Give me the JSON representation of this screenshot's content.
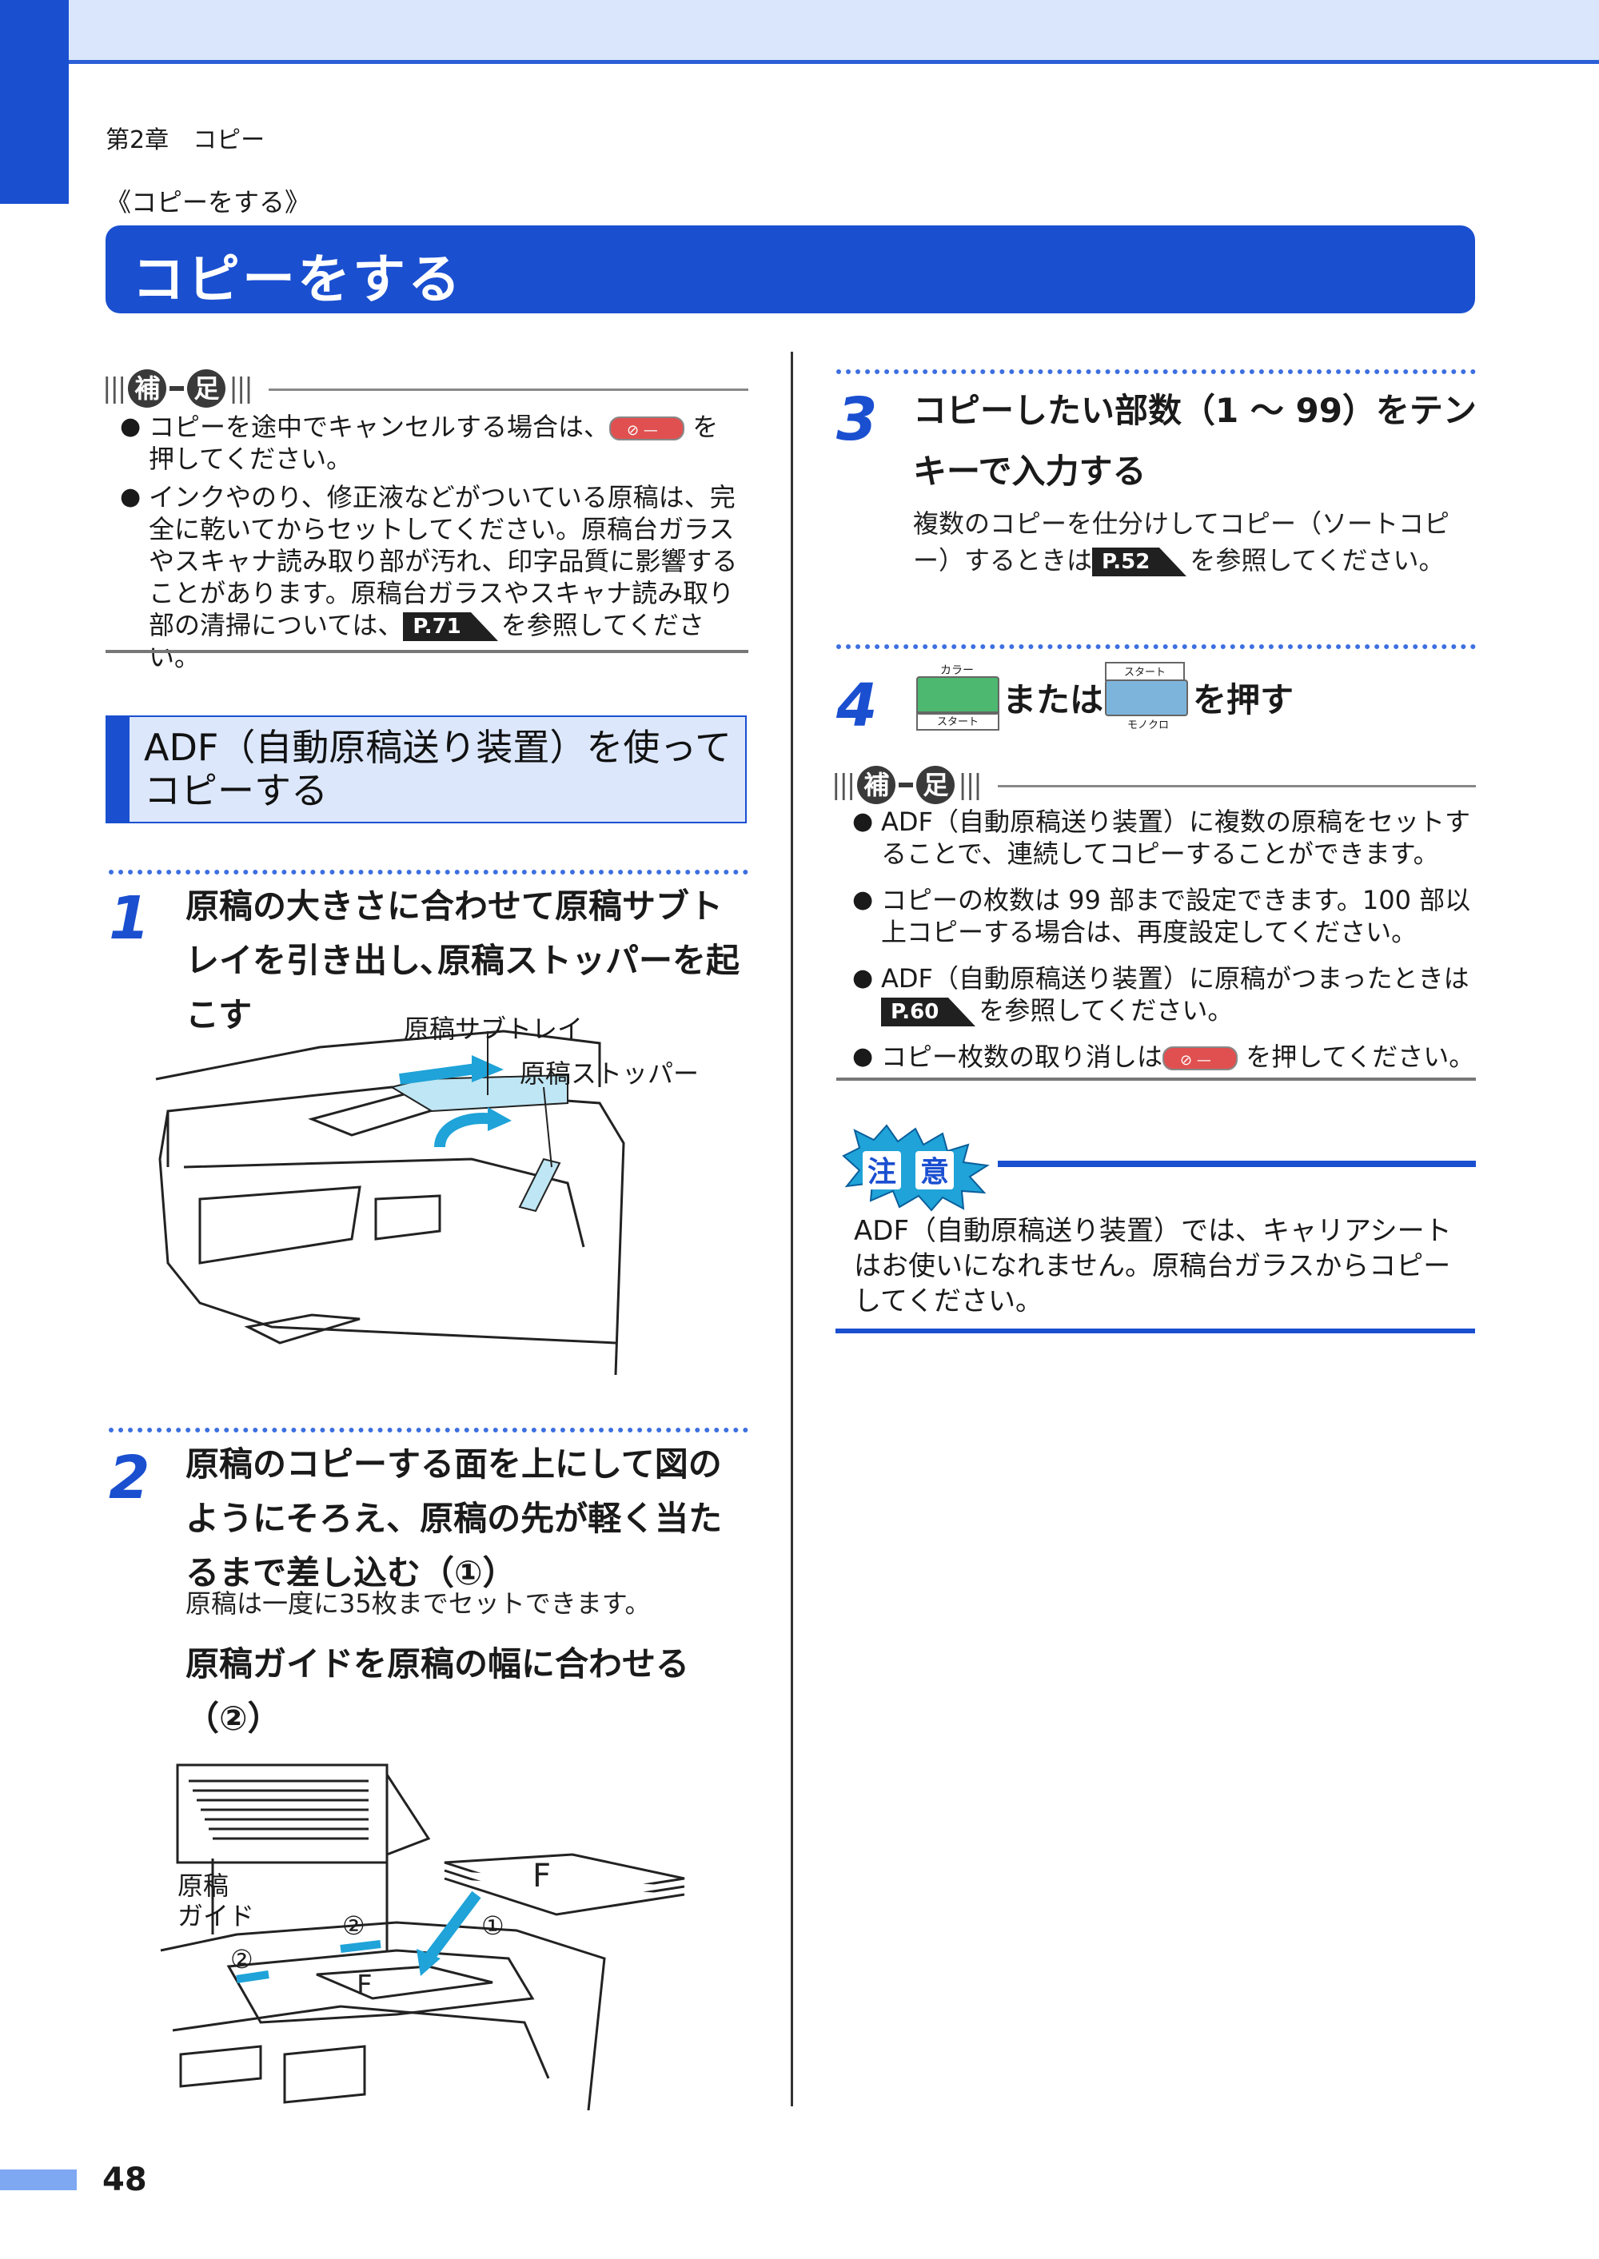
{
  "header": {
    "chapter": "第2章　コピー",
    "section_ref": "《コピーをする》",
    "title": "コピーをする"
  },
  "supplement_left": {
    "label_chars": [
      "補",
      "足"
    ],
    "items": [
      {
        "before": "コピーを途中でキャンセルする場合は、",
        "after": "を押してください。"
      },
      {
        "text": "インクやのり、修正液などがついている原稿は、完全に乾いてからセットしてください。原稿台ガラスやスキャナ読み取り部が汚れ、印字品質に影響することがあります。原稿台ガラスやスキャナ読み取り部の清掃については、",
        "ref": "P.71",
        "after": "を参照してください。"
      }
    ],
    "stop_key_label": "停止/終了"
  },
  "adf_heading": "ADF（自動原稿送り装置）を使ってコピーする",
  "step1": {
    "num": "1",
    "title": "原稿の大きさに合わせて原稿サブトレイを引き出し､原稿ストッパーを起こす",
    "label_tray": "原稿サブトレイ",
    "label_stopper": "原稿ストッパー"
  },
  "step2": {
    "num": "2",
    "title": "原稿のコピーする面を上にして図のようにそろえ、原稿の先が軽く当たるまで差し込む（①）",
    "body": "原稿は一度に35枚までセットできます。",
    "title2": "原稿ガイドを原稿の幅に合わせる（②）",
    "label_guide": "原稿\nガイド",
    "mark1": "①",
    "mark2": "②"
  },
  "step3": {
    "num": "3",
    "title": "コピーしたい部数（1 ～ 99）をテンキーで入力する",
    "body_before": "複数のコピーを仕分けしてコピー（ソートコピー）するときは",
    "ref": "P.52",
    "body_after": "を参照してください。"
  },
  "step4": {
    "num": "4",
    "title_mid": "または",
    "title_end": "を押す",
    "key_color_top": "カラー",
    "key_color_bottom": "スタート",
    "key_mono_top": "スタート",
    "key_mono_bottom": "モノクロ"
  },
  "supplement_right": {
    "label_chars": [
      "補",
      "足"
    ],
    "items": [
      {
        "text": "ADF（自動原稿送り装置）に複数の原稿をセットすることで、連続してコピーすることができます。"
      },
      {
        "text": "コピーの枚数は 99 部まで設定できます。100 部以上コピーする場合は、再度設定してください。"
      },
      {
        "text": "ADF（自動原稿送り装置）に原稿がつまったときは",
        "ref": "P.60",
        "after": "を参照してください。"
      },
      {
        "before": "コピー枚数の取り消しは",
        "after": "を押してください。"
      }
    ],
    "stop_key_label": "停止/終了"
  },
  "caution": {
    "label_chars": [
      "注",
      "意"
    ],
    "body": "ADF（自動原稿送り装置）では、キャリアシートはお使いになれません。原稿台ガラスからコピーしてください。"
  },
  "page_number": "48",
  "colors": {
    "brand_blue": "#1a4fd0",
    "light_blue": "#d9e6fb",
    "accent_cyan": "#1fa3d8"
  }
}
